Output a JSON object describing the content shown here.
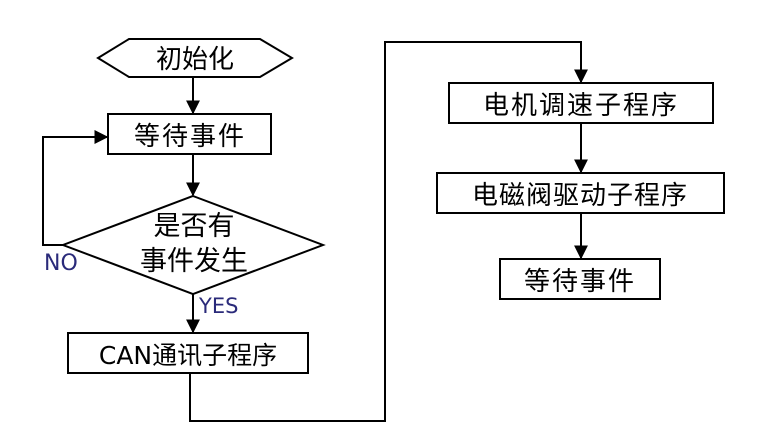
{
  "nodes": {
    "init": "初始化",
    "wait_event_1": "等待事件",
    "decision_line1": "是否有",
    "decision_line2": "事件发生",
    "can_comm": "CAN通讯子程序",
    "motor_speed": "电机调速子程序",
    "valve_drive": "电磁阀驱动子程序",
    "wait_event_2": "等待事件"
  },
  "edges": {
    "no_label": "NO",
    "yes_label": "YES"
  },
  "colors": {
    "line": "#000000",
    "branch_label": "#2a2a7a",
    "fill": "#ffffff"
  }
}
